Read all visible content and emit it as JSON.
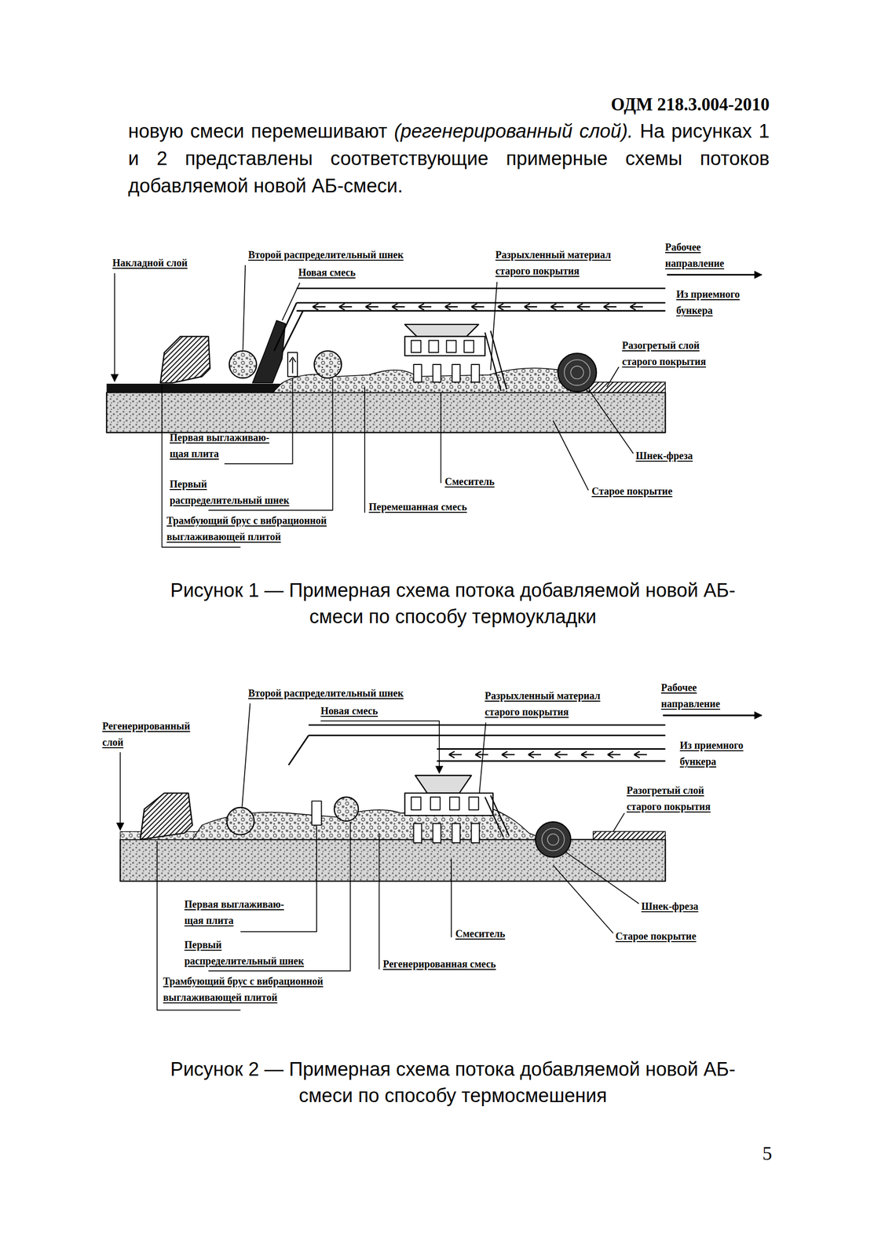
{
  "diagram": {
    "labels": [
      "ОДМ 218.3.004-2010",
      "новую смеси перемешивают",
      "(регенерированный слой).",
      "На рисунках 1 и 2 представлены соответствующие примерные схемы потоков добавляемой новой АБ-смеси.",
      "Накладной слой",
      "Второй распределительный шнек",
      "Новая смесь",
      "Разрыхленный материал старого покрытия",
      "Рабочее направление",
      "Из приемного бункера",
      "Разогретый слой старого покрытия",
      "Первая выглаживаю- щая плита",
      "Первый распределительный шнек",
      "Трамбующий брус с вибрационной выглаживающей плитой",
      "Смеситель",
      "Перемешанная смесь",
      "Шнек-фреза",
      "Старое покрытие",
      "Рисунок 1 — Примерная схема потока добавляемой новой АБ-смеси по способу термоукладки",
      "Регенерированный слой",
      "Второй распределительный шнек",
      "Новая смесь",
      "Разрыхленный материал старого покрытия",
      "Рабочее направление",
      "Из приемного бункера",
      "Разогретый слой старого покрытия",
      "Первая выглаживаю- щая плита",
      "Первый распределительный шнек",
      "Трамбующий брус с вибрационной выглаживающей плитой",
      "Смеситель",
      "Регенерированная смесь",
      "Шнек-фреза",
      "Старое покрытие",
      "Рисунок 2 — Примерная схема потока добавляемой новой АБ-смеси по способу термосмешения",
      "5"
    ]
  }
}
